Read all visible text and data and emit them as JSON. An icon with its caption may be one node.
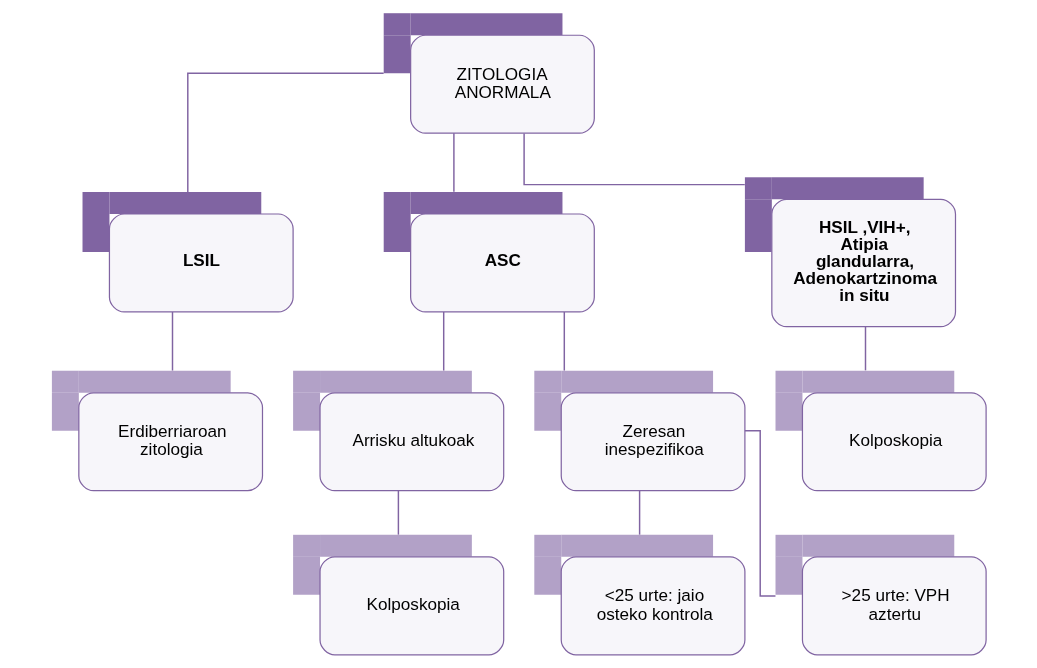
{
  "diagram": {
    "nodes": [
      {
        "text": [
          "ZITOLOGIA ANORMALA"
        ]
      },
      {
        "text": [
          "LSIL"
        ]
      },
      {
        "text": [
          "ASC"
        ]
      },
      {
        "text": [
          "HSIL ,VIH+, Atipia glandularra, Adenokartzinoma in situ"
        ]
      },
      {
        "text": [
          "Erdiberriaroan zitologia"
        ]
      },
      {
        "text": [
          "Arrisku altukoak"
        ]
      },
      {
        "text": [
          "Zeresan inespezifikoa"
        ]
      },
      {
        "text": [
          "Kolposkopia"
        ]
      },
      {
        "text": [
          "Kolposkopia"
        ]
      },
      {
        "text": [
          "<25 urte: jaio osteko kontrola"
        ]
      },
      {
        "text": [
          ">25 urte: VPH aztertu"
        ]
      }
    ],
    "edges": [
      {
        "from": 0,
        "to": 1,
        "arrow": "none"
      },
      {
        "from": 0,
        "to": 2,
        "arrow": "none"
      },
      {
        "from": 0,
        "to": 3,
        "arrow": "none"
      },
      {
        "from": 1,
        "to": 4,
        "arrow": "none"
      },
      {
        "from": 2,
        "to": 5,
        "arrow": "none"
      },
      {
        "from": 2,
        "to": 6,
        "arrow": "none"
      },
      {
        "from": 3,
        "to": 7,
        "arrow": "none"
      },
      {
        "from": 5,
        "to": 8,
        "arrow": "none"
      },
      {
        "from": 6,
        "to": 9,
        "arrow": "none"
      },
      {
        "from": 6,
        "to": 10,
        "arrow": "none"
      }
    ]
  }
}
